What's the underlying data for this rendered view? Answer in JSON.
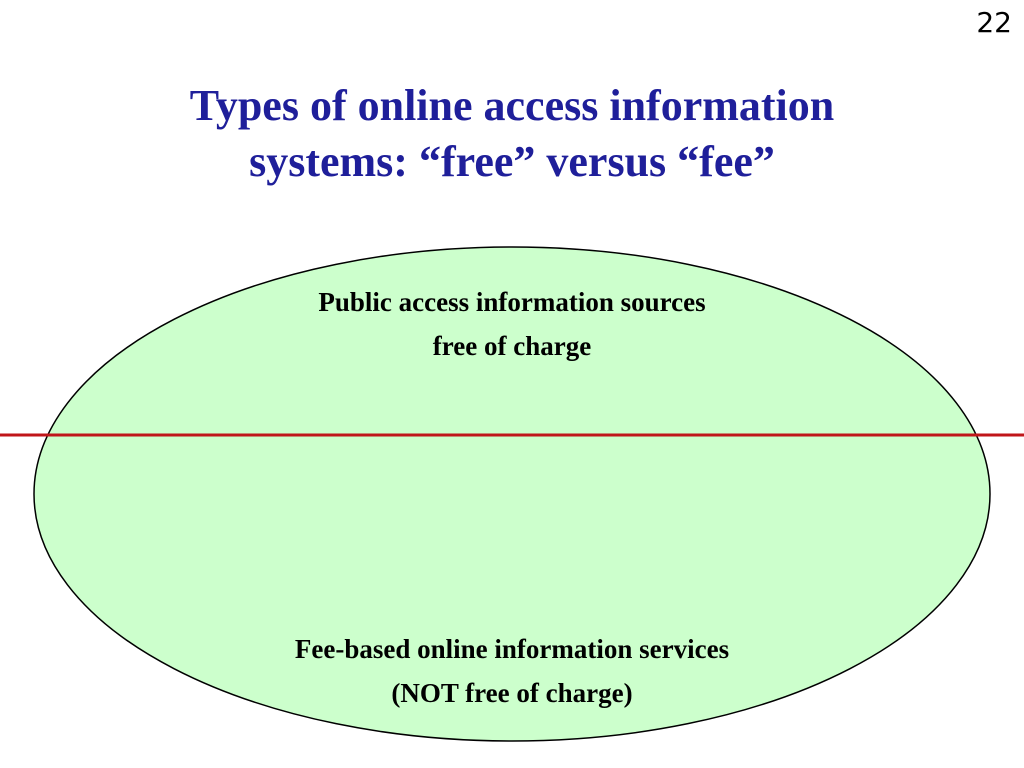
{
  "slide": {
    "page_number": "22",
    "title_lines": [
      "Types of online access information",
      "systems: “free” versus “fee”"
    ]
  },
  "diagram": {
    "ellipse_fill": "#ccffcc",
    "ellipse_stroke": "#000000",
    "divider_color": "#c0161a",
    "title_color": "#1f1f9a",
    "upper_region": {
      "lines": [
        "Public access information sources",
        "free of charge"
      ]
    },
    "lower_region": {
      "lines": [
        "Fee-based online information services",
        "(NOT free of charge)"
      ]
    }
  }
}
